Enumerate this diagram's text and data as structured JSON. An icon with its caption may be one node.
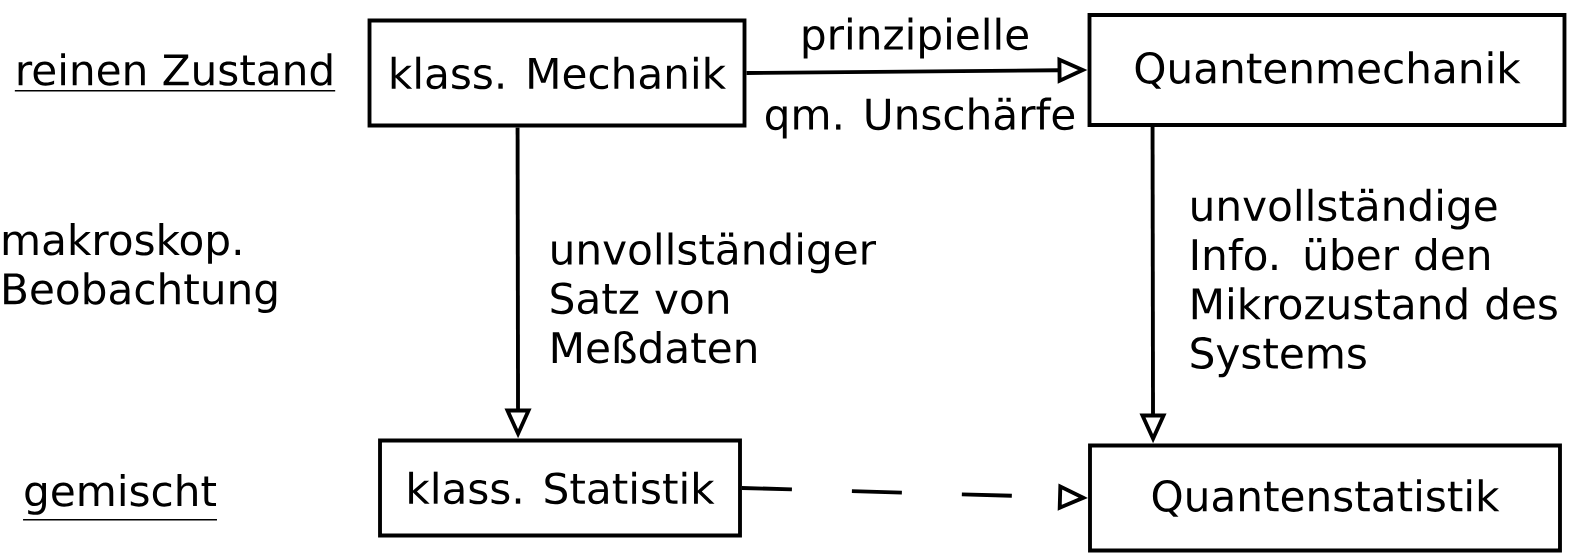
{
  "diagram": {
    "nodes": [
      {
        "text": [
          "klass. Mechanik"
        ]
      },
      {
        "text": [
          "Quantenmechanik"
        ]
      },
      {
        "text": [
          "klass. Statistik"
        ]
      },
      {
        "text": [
          "Quantenstatistik"
        ]
      }
    ],
    "edges": [
      {
        "from": 0,
        "to": 1,
        "arrow": "to",
        "label": "prinzipielle"
      },
      {
        "from": 0,
        "to": 2,
        "arrow": "to",
        "label": "unvollständiger Satz von Meßdaten"
      },
      {
        "from": 1,
        "to": 3,
        "arrow": "to",
        "label": "unvollständige Info. über den Mikrozustand des Systems"
      },
      {
        "from": 2,
        "to": 3,
        "arrow": "to",
        "style": "dashed"
      }
    ],
    "labels": [
      "reinen Zustand",
      "qm. Unschärfe",
      "makroskop. Beobachtung",
      "gemischt"
    ]
  }
}
